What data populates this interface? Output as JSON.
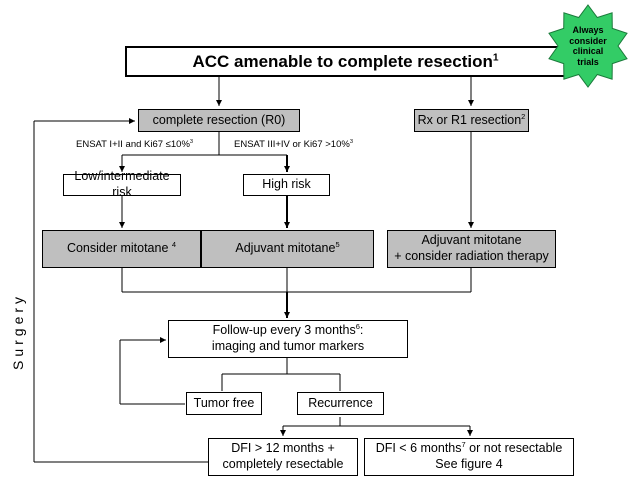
{
  "title": {
    "text": "ACC amenable to complete resection",
    "sup": "1"
  },
  "star": {
    "lines": [
      "Always",
      "consider",
      "clinical",
      "trials"
    ],
    "color": "#33cc66"
  },
  "r0": {
    "text": "complete resection (R0)"
  },
  "rx": {
    "text": "Rx or R1 resection",
    "sup": "2"
  },
  "criteria_left": {
    "text": "ENSAT I+II and Ki67 ≤10%",
    "sup": "3"
  },
  "criteria_right": {
    "text": "ENSAT III+IV  or Ki67 >10%",
    "sup": "3"
  },
  "low_risk": {
    "text": "Low/intermediate risk"
  },
  "high_risk": {
    "text": "High risk"
  },
  "consider_mitotane": {
    "text": "Consider mitotane ",
    "sup": "4"
  },
  "adjuvant_mitotane": {
    "text": "Adjuvant mitotane",
    "sup": "5"
  },
  "adjuvant_radiation": {
    "line1": "Adjuvant mitotane",
    "line2": "+ consider radiation therapy"
  },
  "followup": {
    "line1_pre": "Follow-up every 3 months",
    "line1_sup": "6",
    "line1_post": ":",
    "line2": "imaging and tumor markers"
  },
  "tumor_free": {
    "text": "Tumor free"
  },
  "recurrence": {
    "text": "Recurrence"
  },
  "dfi_long": {
    "line1": "DFI > 12 months +",
    "line2": "completely resectable"
  },
  "dfi_short": {
    "line1_pre": "DFI < 6 months",
    "line1_sup": "7",
    "line1_post": " or not resectable",
    "line2": "See figure 4"
  },
  "side_label": {
    "text": "Surgery"
  },
  "colors": {
    "box_gray": "#bfbfbf",
    "line": "#000000"
  }
}
